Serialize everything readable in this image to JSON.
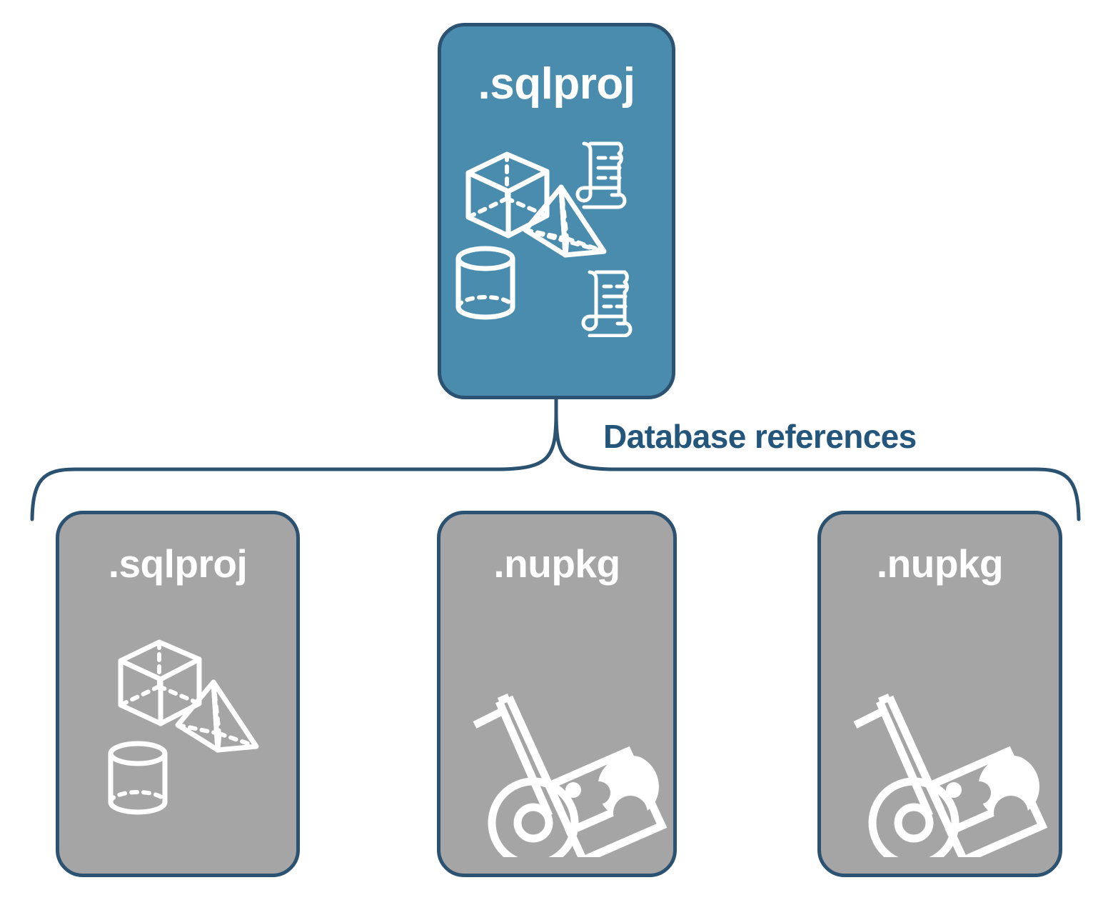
{
  "diagram": {
    "type": "hierarchy",
    "title_text": "Database references",
    "colors": {
      "card_blue_fill": "#4a8cae",
      "card_gray_fill": "#a5a5a5",
      "border_navy": "#2c5272",
      "label_navy": "#24567c",
      "icon_white": "#ffffff",
      "background": "#ffffff"
    },
    "root": {
      "label": ".sqlproj",
      "fill": "blue",
      "icons": [
        "cube-icon",
        "scroll-icon",
        "pyramid-icon",
        "cylinder-icon",
        "scroll-icon"
      ]
    },
    "connector": {
      "name": "curly-brace",
      "label": "Database references"
    },
    "children": [
      {
        "label": ".sqlproj",
        "fill": "gray",
        "icons": [
          "cube-icon",
          "pyramid-icon",
          "cylinder-icon"
        ]
      },
      {
        "label": ".nupkg",
        "fill": "gray",
        "icons": [
          "hand-truck-package-icon"
        ]
      },
      {
        "label": ".nupkg",
        "fill": "gray",
        "icons": [
          "hand-truck-package-icon"
        ]
      }
    ]
  }
}
